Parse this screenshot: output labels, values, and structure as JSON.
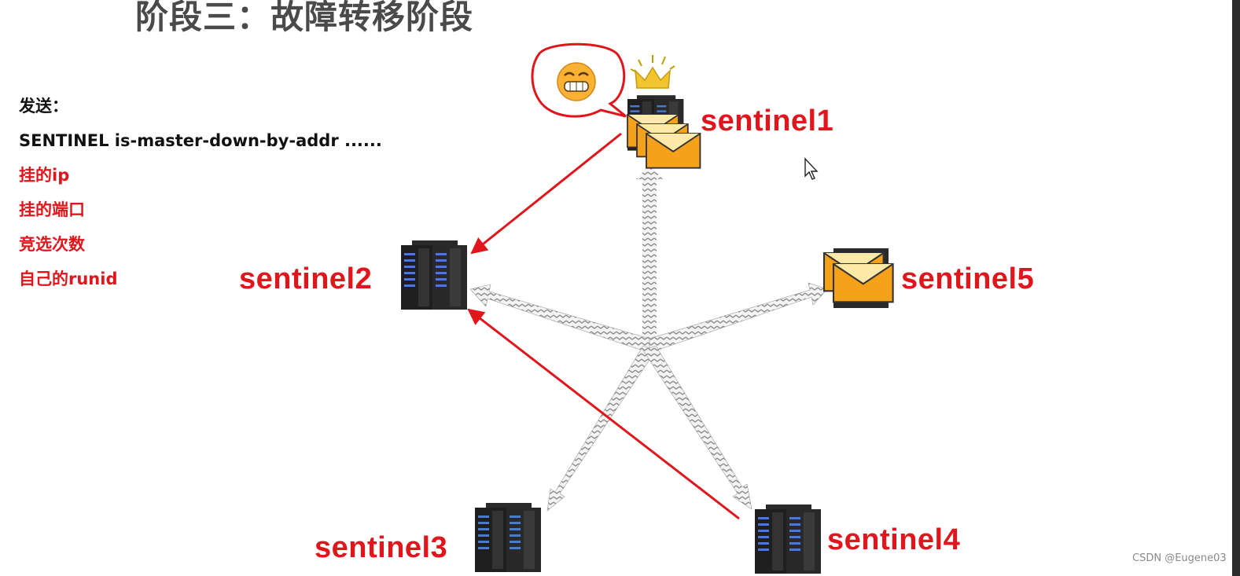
{
  "title": "阶段三：故障转移阶段",
  "send_panel": {
    "heading": "发送：",
    "command": "SENTINEL is-master-down-by-addr ......",
    "params": [
      "挂的ip",
      "挂的端口",
      "竞选次数",
      "自己的runid"
    ]
  },
  "nodes": [
    {
      "id": "sentinel1",
      "label": "sentinel1",
      "icon": "server-stack-icon",
      "badge": "crown-icon",
      "bubble": "grinning-face-icon"
    },
    {
      "id": "sentinel2",
      "label": "sentinel2",
      "icon": "server-stack-icon"
    },
    {
      "id": "sentinel3",
      "label": "sentinel3",
      "icon": "server-stack-icon"
    },
    {
      "id": "sentinel4",
      "label": "sentinel4",
      "icon": "server-stack-icon"
    },
    {
      "id": "sentinel5",
      "label": "sentinel5",
      "icon": "envelope-icon"
    }
  ],
  "colors": {
    "accent_red": "#e0161c",
    "title_gray": "#4a4a4a",
    "envelope_orange": "#f5a11a",
    "crown_gold": "#f2c52e"
  },
  "watermark": "CSDN @Eugene03"
}
